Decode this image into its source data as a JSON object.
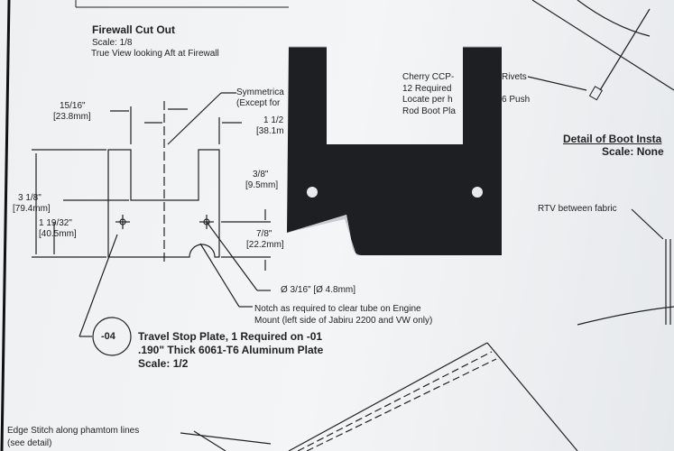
{
  "firewall": {
    "title": "Firewall Cut Out",
    "scale": "Scale: 1/8",
    "view": "True View looking Aft at Firewall"
  },
  "dims": {
    "d1": "15/16\"",
    "d1mm": "[23.8mm]",
    "d2": "1 1/2",
    "d2mm": "[38.1m",
    "d3": "3/8\"",
    "d3mm": "[9.5mm]",
    "d4": "3 1/8\"",
    "d4mm": "[79.4mm]",
    "d5": "1 19/32\"",
    "d5mm": "[40.5mm]",
    "d6": "7/8\"",
    "d6mm": "[22.2mm]",
    "hole": "Ø 3/16\"  [Ø 4.8mm]"
  },
  "notes": {
    "sym1": "Symmetrica",
    "sym2": "(Except for",
    "notch1": "Notch as required to clear tube  on Engine",
    "notch2": "Mount (left side of Jabiru 2200 and VW only)",
    "rivet1": "Cherry CCP-",
    "rivet1b": "Rivets",
    "rivet2": "12 Required",
    "rivet3": "Locate per h",
    "rivet3b": "6 Push",
    "rivet4": "Rod Boot Pla",
    "rtv": "RTV between fabric",
    "edge1": "Edge Stitch along phamtom lines",
    "edge2": "(see detail)"
  },
  "part": {
    "callout": "-04",
    "line1": "Travel Stop Plate,  1 Required on -01",
    "line2": ".190\" Thick 6061-T6 Aluminum Plate",
    "line3": "Scale: 1/2"
  },
  "boot": {
    "title": "Detail of Boot Insta",
    "scale": "Scale: None"
  }
}
